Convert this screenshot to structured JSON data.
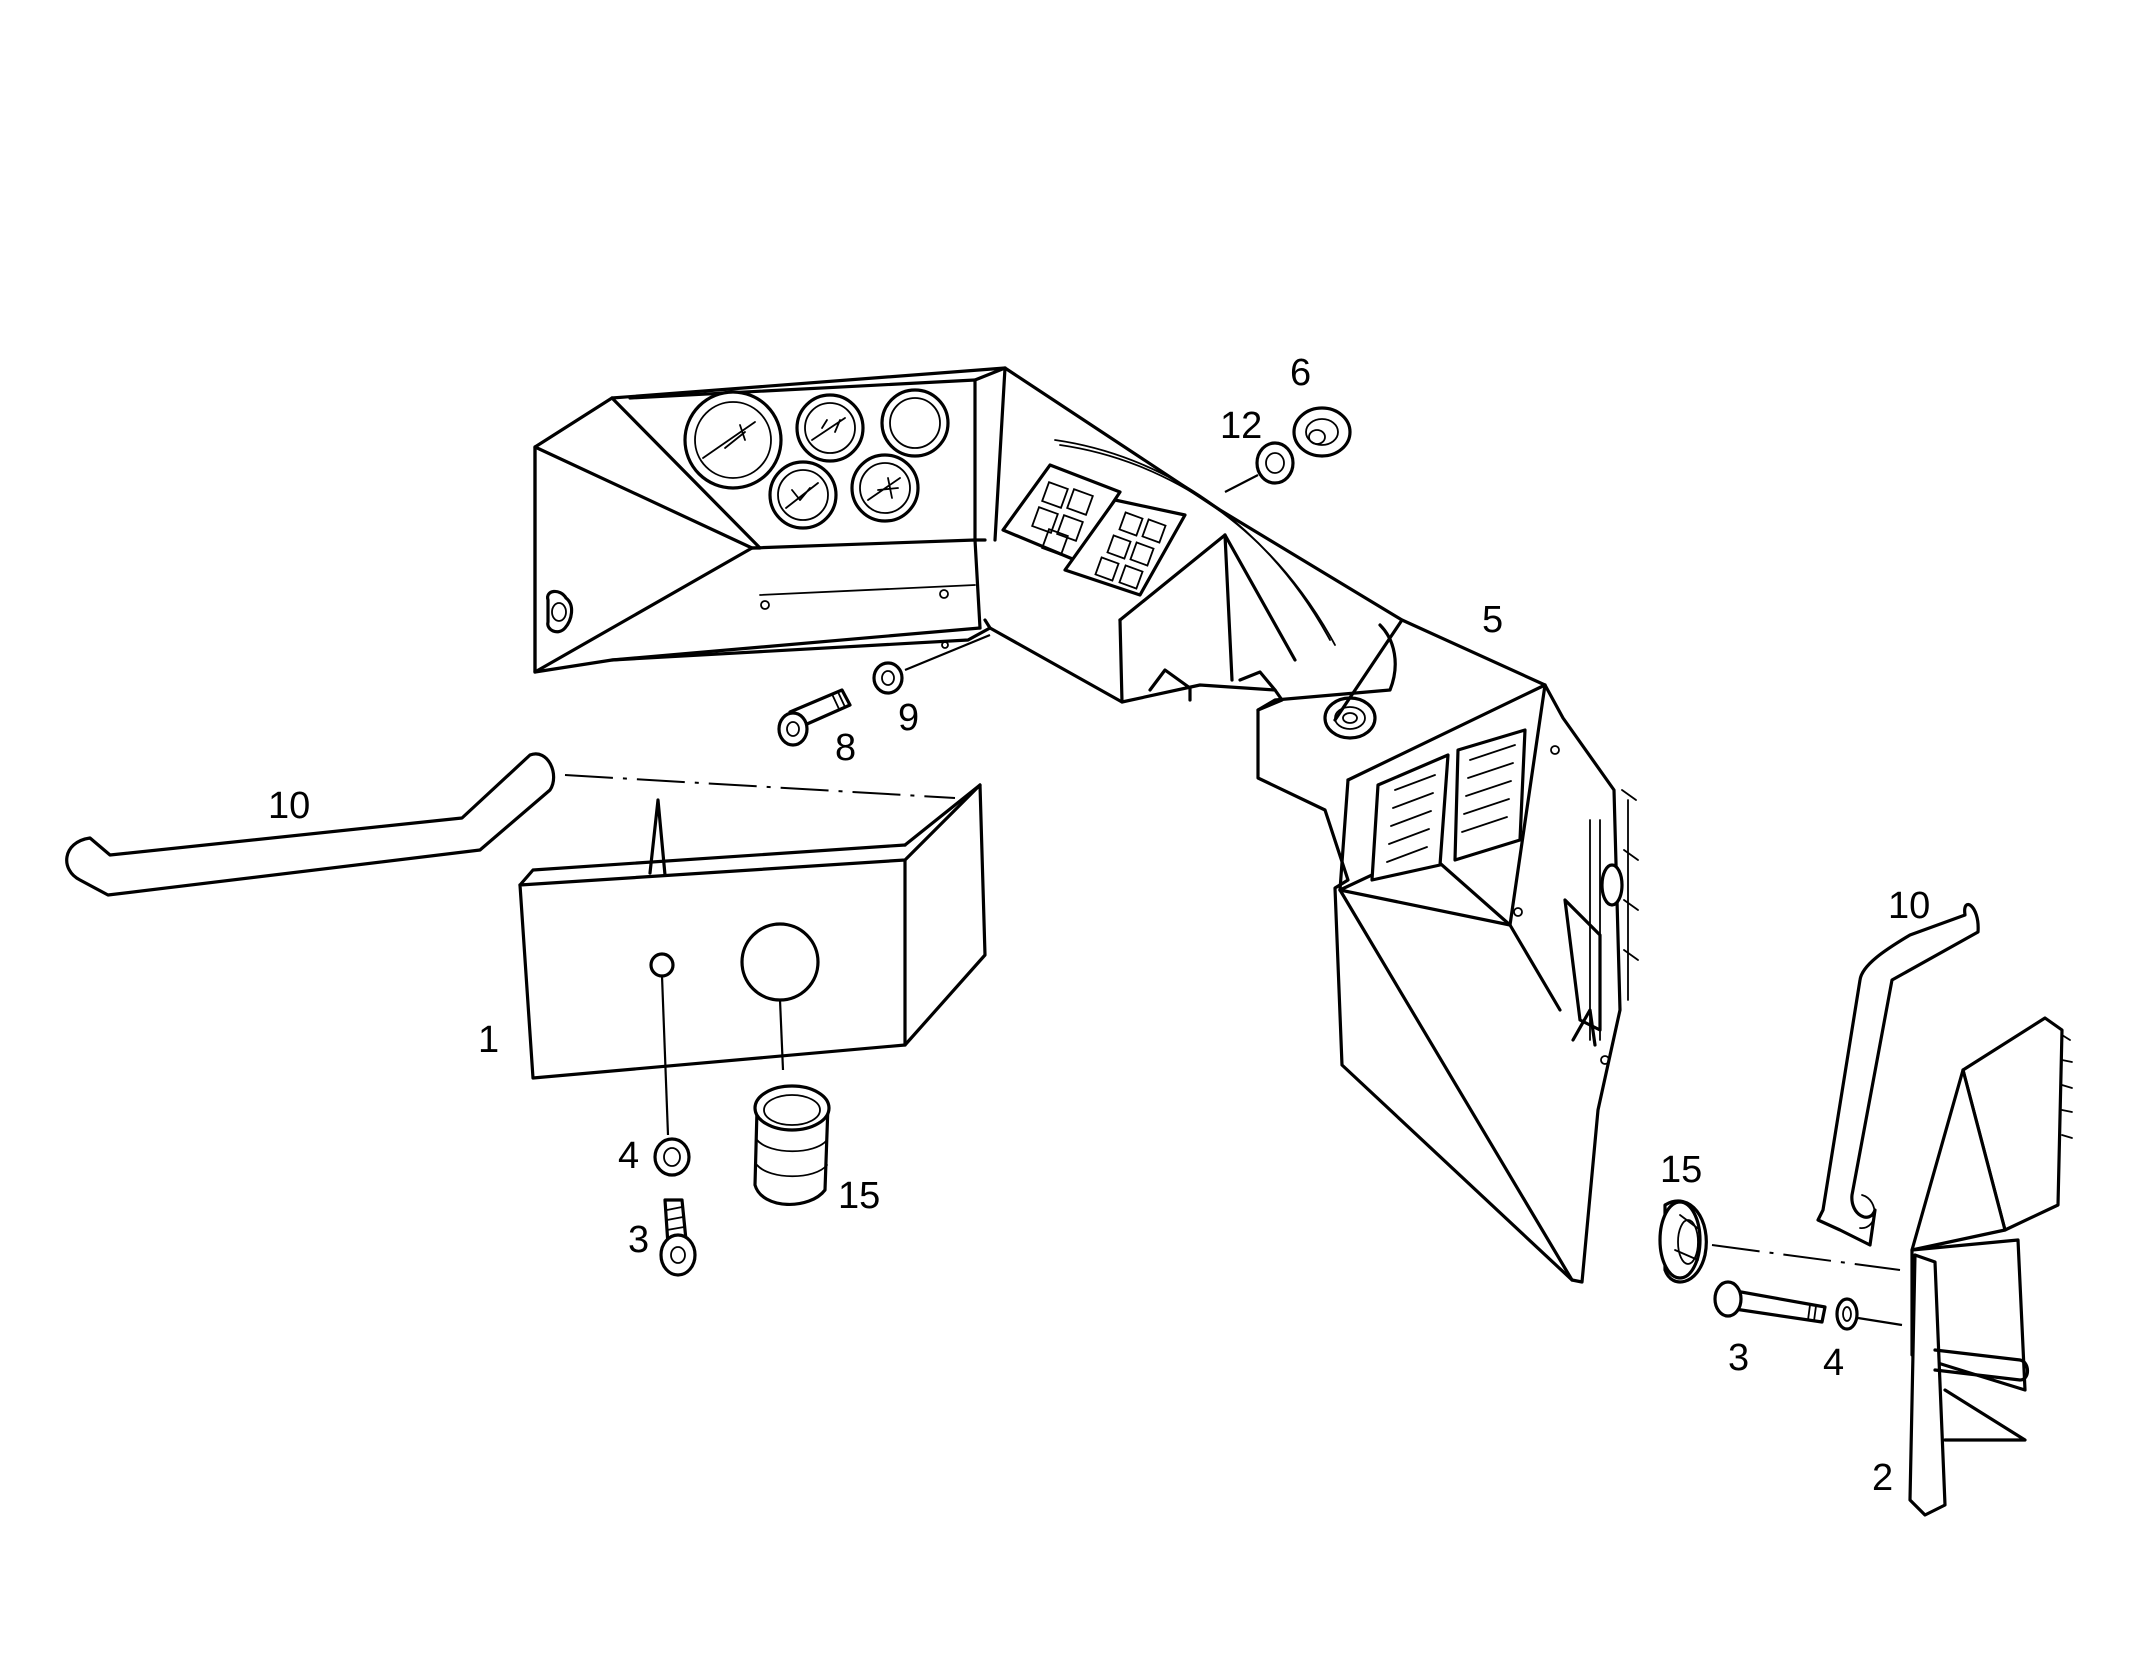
{
  "callouts": {
    "part_1": "1",
    "part_2": "2",
    "part_3_left": "3",
    "part_3_right": "3",
    "part_4_left": "4",
    "part_4_right": "4",
    "part_5": "5",
    "part_6": "6",
    "part_8": "8",
    "part_9": "9",
    "part_10_left": "10",
    "part_10_right": "10",
    "part_12": "12",
    "part_15_left": "15",
    "part_15_right": "15"
  }
}
